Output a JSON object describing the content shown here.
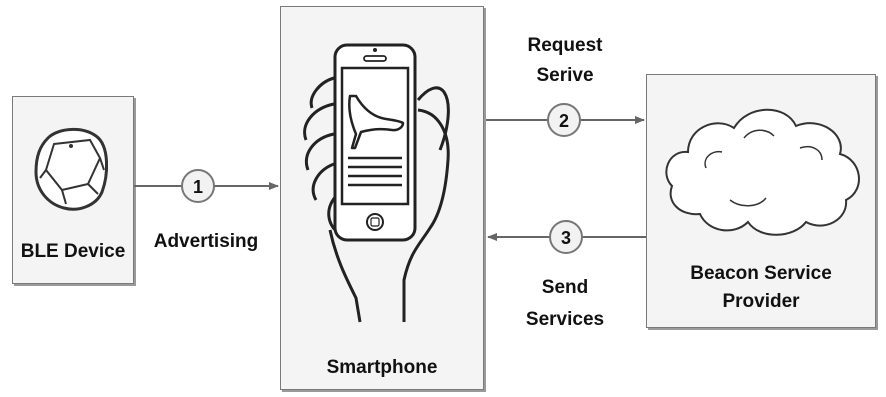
{
  "nodes": {
    "ble_device": {
      "label": "BLE Device"
    },
    "smartphone": {
      "label": "Smartphone"
    },
    "provider": {
      "label_line1": "Beacon Service",
      "label_line2": "Provider"
    }
  },
  "flows": [
    {
      "step": "1",
      "line1": "Advertising",
      "line2": ""
    },
    {
      "step": "2",
      "line1": "Request",
      "line2": "Serive"
    },
    {
      "step": "3",
      "line1": "Send",
      "line2": "Services"
    }
  ],
  "colors": {
    "line": "#666666",
    "box_border": "#7a7a7a",
    "circle_fill": "#f2f2f2"
  }
}
